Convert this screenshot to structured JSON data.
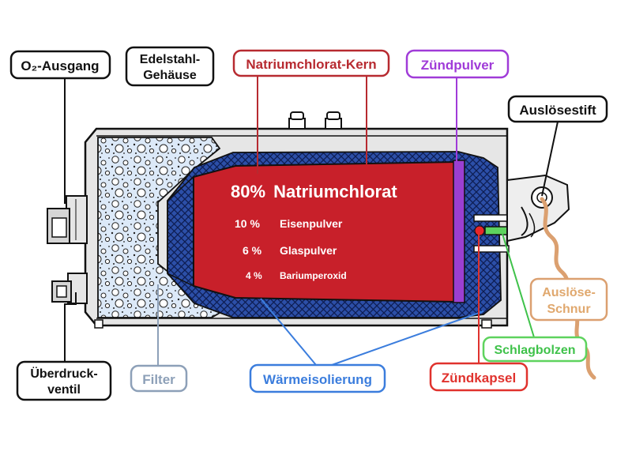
{
  "labels": {
    "o2_outlet": "O₂-Ausgang",
    "housing_line1": "Edelstahl-",
    "housing_line2": "Gehäuse",
    "core": "Natriumchlorat-Kern",
    "ignition_powder": "Zündpulver",
    "trigger_pin": "Auslösestift",
    "trigger_cord_line1": "Auslöse-",
    "trigger_cord_line2": "Schnur",
    "firing_pin": "Schlagbolzen",
    "primer": "Zündkapsel",
    "insulation": "Wärmeisolierung",
    "filter": "Filter",
    "relief_valve_line1": "Überdruck-",
    "relief_valve_line2": "ventil"
  },
  "composition": [
    {
      "percent": "80%",
      "substance": "Natriumchlorat"
    },
    {
      "percent": "10 %",
      "substance": "Eisenpulver"
    },
    {
      "percent": "6 %",
      "substance": "Glaspulver"
    },
    {
      "percent": "4 %",
      "substance": "Bariumperoxid"
    }
  ],
  "colors": {
    "core": "#c8202a",
    "insulation": "#2c4fa8",
    "filter": "#dce9f8",
    "ignition_powder": "#9b3fd1",
    "primer": "#e8262a",
    "firing_pin": "#5ed35e",
    "trigger_cord": "#dba070",
    "housing": "#e6e6e6",
    "core_label": "#b72a30",
    "ignition_label": "#a03bd8",
    "insulation_label": "#3b7ddd",
    "filter_label": "#8da0b8",
    "firing_label": "#3fc24a",
    "primer_label": "#e0322d",
    "cord_label": "#e0a86e",
    "black_label": "#111111"
  }
}
